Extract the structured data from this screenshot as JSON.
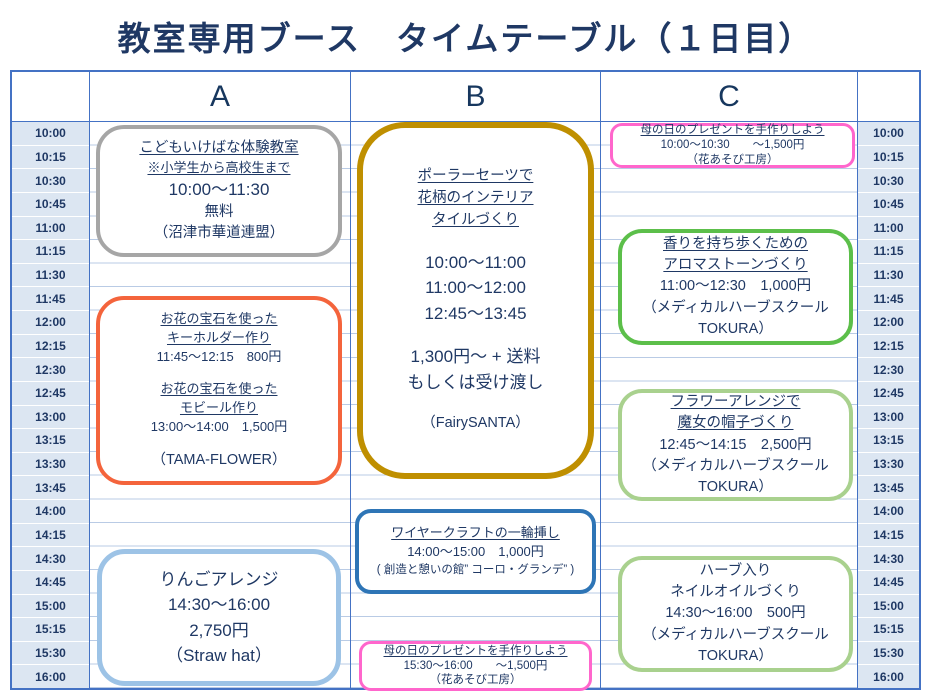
{
  "title": "教室専用ブース　タイムテーブル（１日目）",
  "columns": [
    "A",
    "B",
    "C"
  ],
  "times": [
    "10:00",
    "10:15",
    "10:30",
    "10:45",
    "11:00",
    "11:15",
    "11:30",
    "11:45",
    "12:00",
    "12:15",
    "12:30",
    "12:45",
    "13:00",
    "13:15",
    "13:30",
    "13:45",
    "14:00",
    "14:15",
    "14:30",
    "14:45",
    "15:00",
    "15:15",
    "15:30",
    "16:00"
  ],
  "colors": {
    "table_border": "#4472c4",
    "text": "#1f3864",
    "time_cell_bg": "#dce6f2",
    "grid_line": "#b9cbe5"
  },
  "events": [
    {
      "id": "ikebana-class",
      "column": "A",
      "color": "#a6a6a6",
      "lines": [
        "こどもいけばな体験教室",
        "※小学生から高校生まで",
        "10:00～11:30",
        "無料",
        "（沼津市華道連盟）"
      ]
    },
    {
      "id": "flower-jewel",
      "column": "A",
      "color": "#f4643c",
      "lines": [
        "お花の宝石を使った",
        "キーホルダー作り",
        "11:45～12:15　800円",
        "お花の宝石を使った",
        "モビール作り",
        "13:00～14:00　1,500円",
        "（TAMA-FLOWER）"
      ]
    },
    {
      "id": "apple-arrange",
      "column": "A",
      "color": "#9dc3e6",
      "lines": [
        "りんごアレンジ",
        "14:30～16:00",
        "2,750円",
        "（Straw hat）"
      ]
    },
    {
      "id": "porcelain-tile",
      "column": "B",
      "color": "#bf8f00",
      "lines": [
        "ポーラーセーツで",
        "花柄のインテリア",
        "タイルづくり",
        "10:00～11:00",
        "11:00～12:00",
        "12:45～13:45",
        "1,300円～ + 送料",
        "もしくは受け渡し",
        "（FairySANTA）"
      ]
    },
    {
      "id": "wire-craft",
      "column": "B",
      "color": "#2e75b6",
      "lines": [
        "ワイヤークラフトの一輪挿し",
        "14:00～15:00　1,000円",
        "( 創造と憩いの館” コーロ・グランデ” )"
      ]
    },
    {
      "id": "mothers-day-late",
      "column": "B",
      "color": "#ff66cc",
      "lines": [
        "母の日のプレゼントを手作りしよう",
        "15:30～16:00　　～1,500円",
        "（花あそび工房）"
      ]
    },
    {
      "id": "mothers-day-early",
      "column": "C",
      "color": "#ff66cc",
      "lines": [
        "母の日のプレゼントを手作りしよう",
        "10:00～10:30　　～1,500円",
        "（花あそび工房）"
      ]
    },
    {
      "id": "aroma-stone",
      "column": "C",
      "color": "#5cbf4a",
      "lines": [
        "香りを持ち歩くための",
        "アロマストーンづくり",
        "11:00～12:30　1,000円",
        "（メディカルハーブスクール",
        "TOKURA）"
      ]
    },
    {
      "id": "witch-hat-arrange",
      "column": "C",
      "color": "#a9d18e",
      "lines": [
        "フラワーアレンジで",
        "魔女の帽子づくり",
        "12:45～14:15　2,500円",
        "（メディカルハーブスクール",
        "TOKURA）"
      ]
    },
    {
      "id": "herb-nail-oil",
      "column": "C",
      "color": "#a9d18e",
      "lines": [
        "ハーブ入り",
        "ネイルオイルづくり",
        "14:30～16:00　500円",
        "（メディカルハーブスクール",
        "TOKURA）"
      ]
    }
  ]
}
